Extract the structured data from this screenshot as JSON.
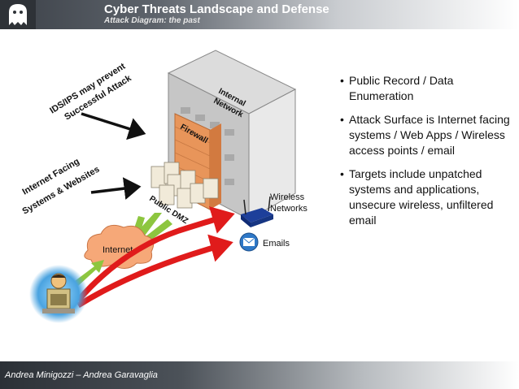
{
  "header": {
    "title": "Cyber Threats Landscape and Defense",
    "subtitle": "Attack Diagram: the past"
  },
  "diagram": {
    "labels": {
      "internal_network_line1": "Internal",
      "internal_network_line2": "Network",
      "firewall": "Firewall",
      "ids_line1": "IDS/IPS may prevent",
      "ids_line2": "Successful Attack",
      "internet_facing_line1": "Internet Facing",
      "internet_facing_line2": "Systems & Websites",
      "public_dmz": "Public DMZ",
      "wireless_line1": "Wireless",
      "wireless_line2": "Networks",
      "emails": "Emails",
      "internet": "Internet"
    }
  },
  "bullets": [
    "Public Record / Data Enumeration",
    "Attack Surface is Internet facing systems / Web Apps / Wireless access points / email",
    "Targets include unpatched systems and applications, unsecure wireless, unfiltered email"
  ],
  "footer": {
    "authors": "Andrea Minigozzi – Andrea Garavaglia"
  },
  "colors": {
    "attack_arrow": "#e01b1b",
    "pointer_arrow": "#111111",
    "internet_arrow": "#8dc63f",
    "firewall": "#e8955a",
    "cloud": "#f6a878"
  }
}
